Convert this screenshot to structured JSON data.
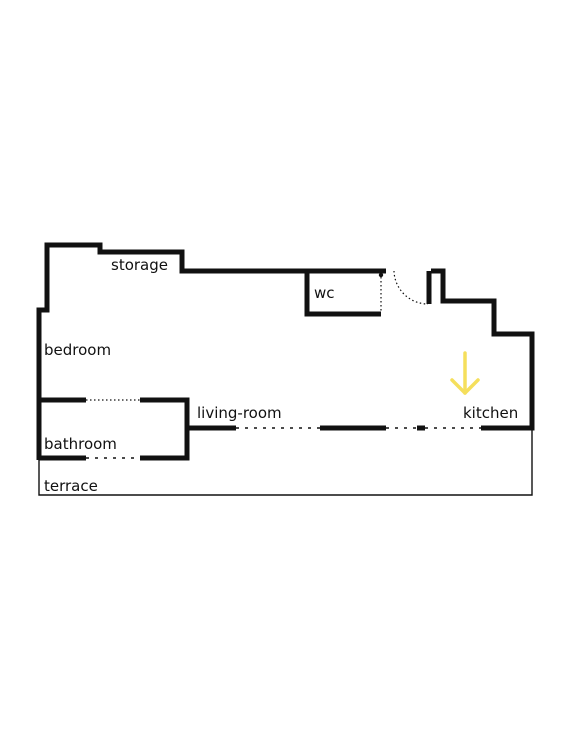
{
  "rooms": {
    "storage": "storage",
    "wc": "wc",
    "bedroom": "bedroom",
    "bathroom": "bathroom",
    "living_room": "living-room",
    "kitchen": "kitchen",
    "terrace": "terrace"
  },
  "entrance": {
    "icon": "arrow-down-icon",
    "color": "#F5DF5C"
  },
  "colors": {
    "walls": "#111111",
    "background": "#FFFFFF"
  }
}
